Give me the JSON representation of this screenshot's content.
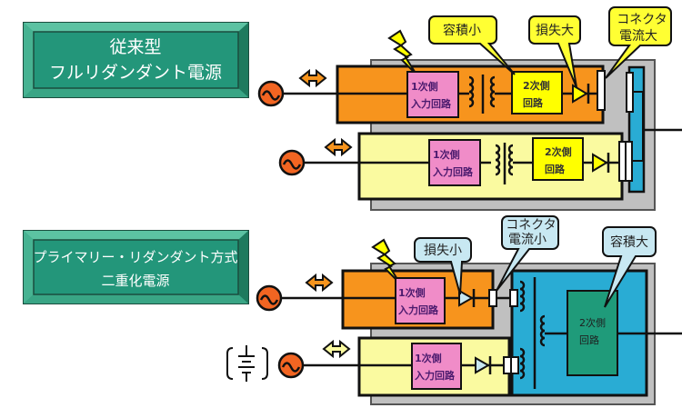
{
  "titles": {
    "conventional": {
      "line1": "従来型",
      "line2": "フルリダンダント電源"
    },
    "primary": {
      "line1": "プライマリー・リダンダント方式",
      "line2": "二重化電源"
    }
  },
  "blocks": {
    "primary_input": {
      "line1": "1次側",
      "line2": "入力回路"
    },
    "secondary": {
      "line1": "2次側",
      "line2": "回路"
    }
  },
  "callouts": {
    "top": {
      "capacity_small": "容積小",
      "loss_large": "損失大",
      "connector_current_large": {
        "line1": "コネクタ",
        "line2": "電流大"
      }
    },
    "bottom": {
      "loss_small": "損失小",
      "connector_current_small": {
        "line1": "コネクタ",
        "line2": "電流小"
      },
      "capacity_large": "容積大"
    }
  },
  "colors": {
    "title_green": "#2a9a7a",
    "orange": "#f7941d",
    "pale_yellow": "#fafaa0",
    "pink": "#f08cc8",
    "yellow": "#ffff00",
    "blue": "#29acd4",
    "dark_green": "#1f9b7a",
    "gray": "#bdbdbd",
    "callout_yellow": "#ffff33",
    "callout_blue": "#c8e8f2",
    "ac_source": "#f26522"
  },
  "icons": [
    "ac-source-icon",
    "bidirectional-arrow-icon",
    "lightning-icon",
    "transformer-icon",
    "diode-icon",
    "connector-icon",
    "battery-icon"
  ]
}
